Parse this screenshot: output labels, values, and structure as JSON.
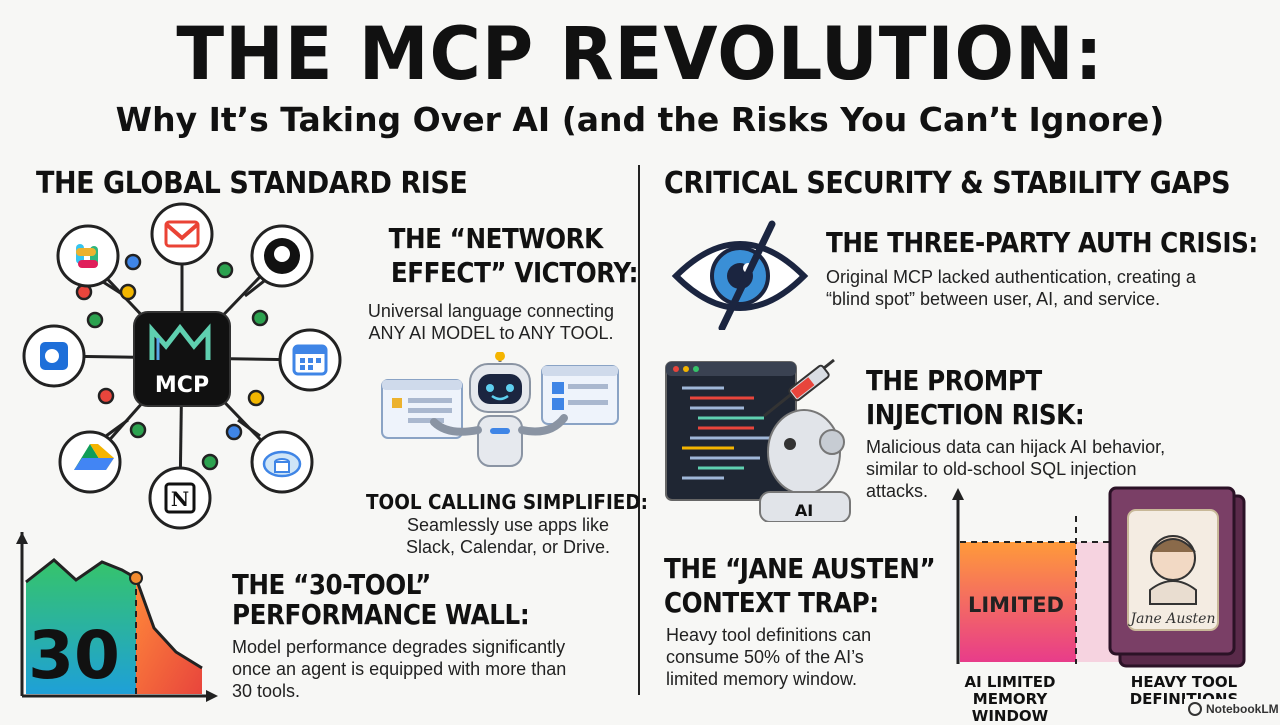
{
  "title": "THE MCP REVOLUTION:",
  "subtitle": "Why It’s Taking Over AI (and the Risks You Can’t Ignore)",
  "left": {
    "heading": "THE GLOBAL STANDARD RISE",
    "hub_label": "MCP",
    "network": {
      "title_line1": "THE “NETWORK",
      "title_line2": "EFFECT” VICTORY:",
      "desc_line1": "Universal language connecting",
      "desc_line2": "ANY AI MODEL to ANY TOOL."
    },
    "tool_calling": {
      "title": "TOOL CALLING SIMPLIFIED:",
      "desc_line1": "Seamlessly use apps like",
      "desc_line2": "Slack, Calendar, or Drive."
    },
    "wall": {
      "chart_value": "30",
      "title_line1": "THE “30-TOOL”",
      "title_line2": "PERFORMANCE WALL:",
      "desc_line1": "Model performance degrades significantly",
      "desc_line2": "once an agent is equipped with more than",
      "desc_line3": "30 tools."
    }
  },
  "right": {
    "heading": "CRITICAL SECURITY & STABILITY GAPS",
    "auth": {
      "title": "THE THREE-PARTY AUTH CRISIS:",
      "desc_line1": "Original MCP lacked authentication, creating a",
      "desc_line2": "“blind spot” between user, AI, and service."
    },
    "injection": {
      "robot_label": "AI",
      "title_line1": "THE PROMPT",
      "title_line2": "INJECTION RISK:",
      "desc_line1": "Malicious data can hijack AI behavior,",
      "desc_line2": "similar to old-school SQL injection",
      "desc_line3": "attacks."
    },
    "austen": {
      "title_line1": "THE “JANE AUSTEN”",
      "title_line2": "CONTEXT TRAP:",
      "desc_line1": "Heavy tool definitions can",
      "desc_line2": "consume 50% of the AI’s",
      "desc_line3": "limited memory window.",
      "bar_label": "LIMITED",
      "book_label": "Jane Austen",
      "cap1_line1": "AI LIMITED",
      "cap1_line2": "MEMORY WINDOW",
      "cap2_line1": "HEAVY TOOL",
      "cap2_line2": "DEFINITIONS"
    }
  },
  "watermark": "NotebookLM",
  "colors": {
    "accent_red": "#e8453c",
    "hub": "#111111",
    "eye_blue": "#3a8fd6"
  }
}
